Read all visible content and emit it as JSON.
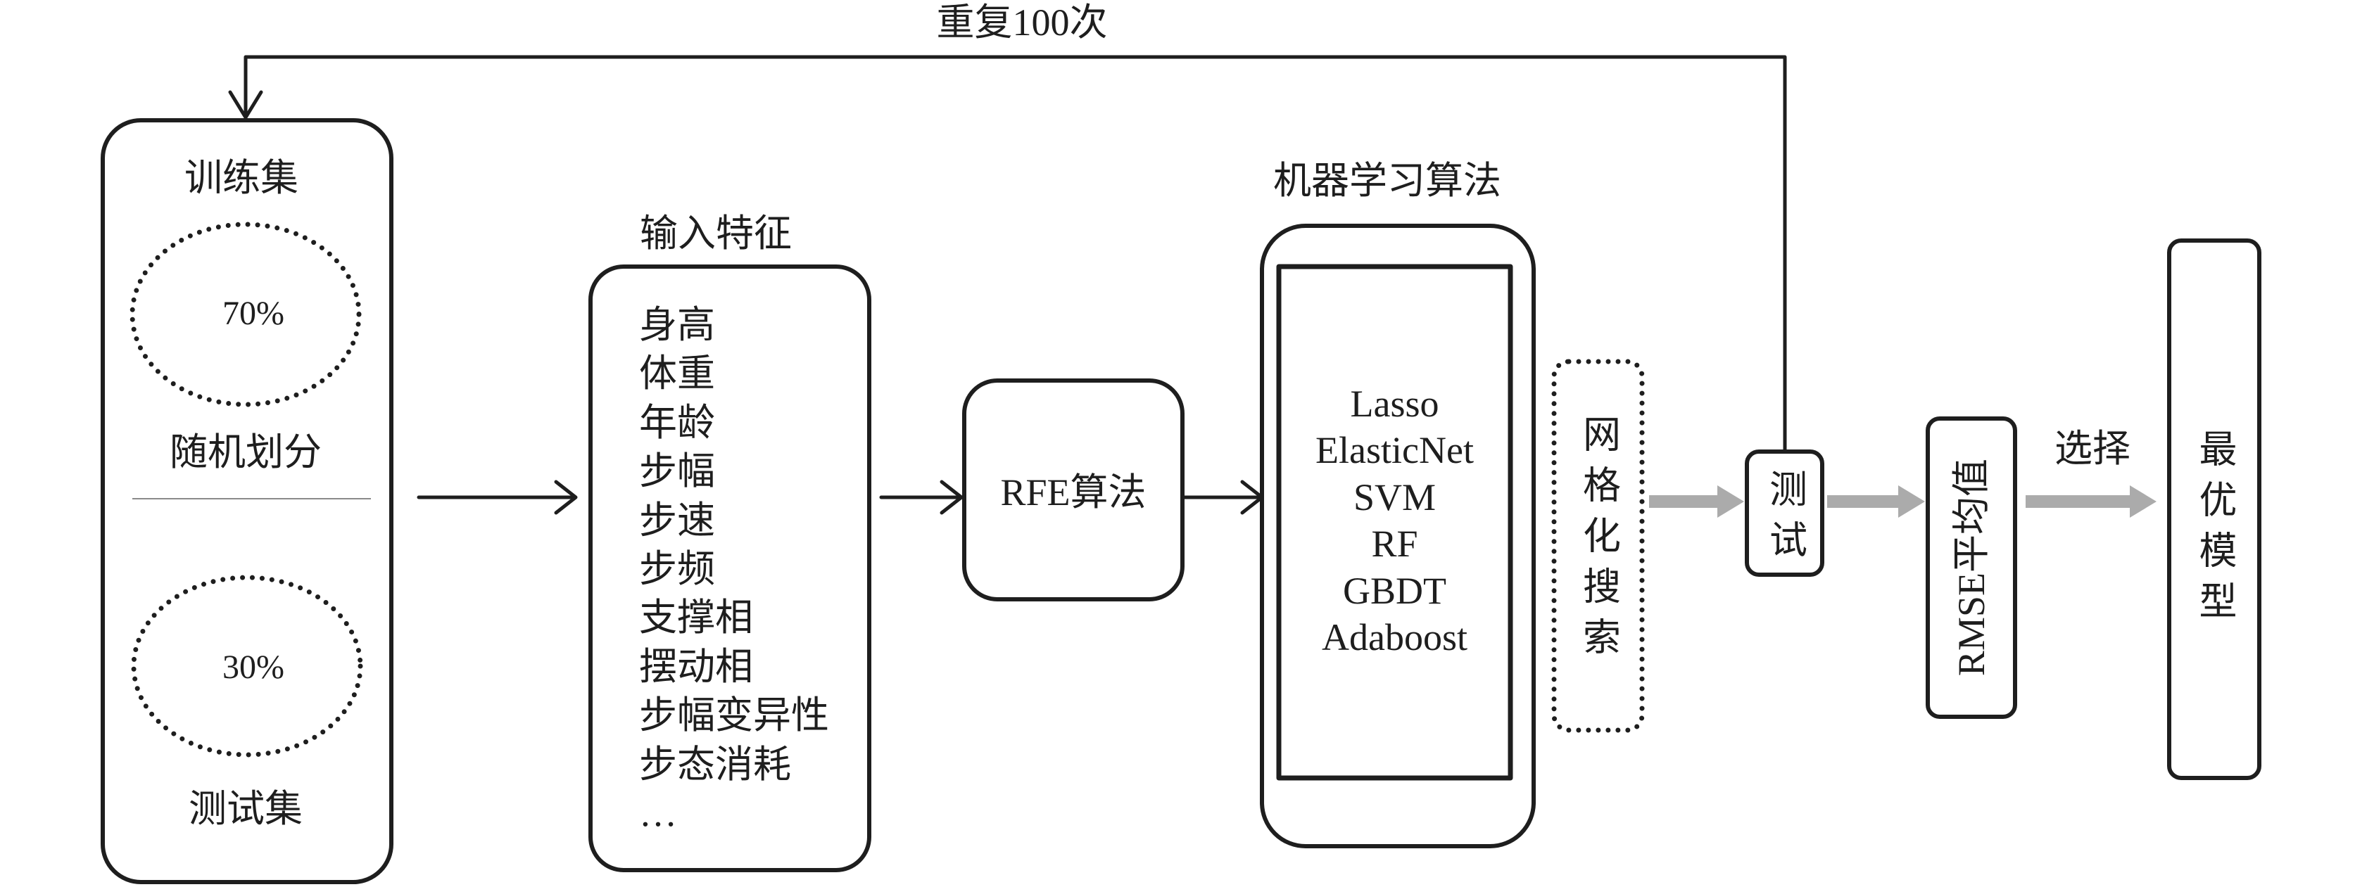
{
  "colors": {
    "stroke": "#1e1e1e",
    "flow_arrow": "#ababab",
    "background": "#ffffff"
  },
  "loop": {
    "label": "重复100次"
  },
  "dataset": {
    "train_label": "训练集",
    "train_share": "70%",
    "split_label": "随机划分",
    "test_share": "30%",
    "test_label": "测试集"
  },
  "features": {
    "title": "输入特征",
    "items": [
      "身高",
      "体重",
      "年龄",
      "步幅",
      "步速",
      "步频",
      "支撑相",
      "摆动相",
      "步幅变异性",
      "步态消耗",
      "…"
    ]
  },
  "rfe": {
    "label": "RFE算法"
  },
  "ml": {
    "title": "机器学习算法",
    "algorithms": [
      "Lasso",
      "ElasticNet",
      "SVM",
      "RF",
      "GBDT",
      "Adaboost"
    ]
  },
  "grid_search": {
    "label": "网格化搜索"
  },
  "test": {
    "label": "测试"
  },
  "rmse": {
    "label": "RMSE平均值"
  },
  "selection": {
    "label": "选择"
  },
  "best_model": {
    "label": "最优模型"
  }
}
